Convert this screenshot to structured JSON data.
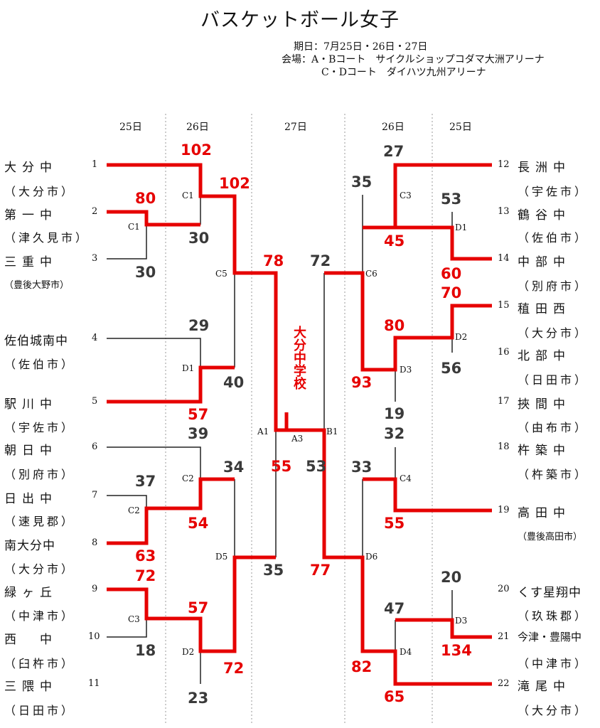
{
  "title": "バスケットボール女子",
  "info": {
    "line1": "期日：7月25日・26日・27日",
    "line2": "会場：A・Bコート　サイクルショップコダマ大洲アリーナ",
    "line3": "C・Dコート　ダイハツ九州アリーナ"
  },
  "days": {
    "l25": "25日",
    "l26": "26日",
    "c27": "27日",
    "r26": "26日",
    "r25": "25日"
  },
  "teams": {
    "t1": {
      "seed": "1",
      "name": "大分中",
      "city": "（大分市）"
    },
    "t2": {
      "seed": "2",
      "name": "第一中",
      "city": "（津久見市）"
    },
    "t3": {
      "seed": "3",
      "name": "三重中",
      "city": "（豊後大野市）"
    },
    "t4": {
      "seed": "4",
      "name": "佐伯城南中",
      "city": "（佐伯市）"
    },
    "t5": {
      "seed": "5",
      "name": "駅川中",
      "city": "（宇佐市）"
    },
    "t6": {
      "seed": "6",
      "name": "朝日中",
      "city": "（別府市）"
    },
    "t7": {
      "seed": "7",
      "name": "日出中",
      "city": "（速見郡）"
    },
    "t8": {
      "seed": "8",
      "name": "南大分中",
      "city": "（大分市）"
    },
    "t9": {
      "seed": "9",
      "name": "緑ヶ丘",
      "city": "（中津市）"
    },
    "t10": {
      "seed": "10",
      "name": "西　中",
      "city": "（臼杵市）"
    },
    "t11": {
      "seed": "11",
      "name": "三隈中",
      "city": "（日田市）"
    },
    "t12": {
      "seed": "12",
      "name": "長洲中",
      "city": "（宇佐市）"
    },
    "t13": {
      "seed": "13",
      "name": "鶴谷中",
      "city": "（佐伯市）"
    },
    "t14": {
      "seed": "14",
      "name": "中部中",
      "city": "（別府市）"
    },
    "t15": {
      "seed": "15",
      "name": "稙田西",
      "city": "（大分市）"
    },
    "t16": {
      "seed": "16",
      "name": "北部中",
      "city": "（日田市）"
    },
    "t17": {
      "seed": "17",
      "name": "挾間中",
      "city": "（由布市）"
    },
    "t18": {
      "seed": "18",
      "name": "杵築中",
      "city": "（杵築市）"
    },
    "t19": {
      "seed": "19",
      "name": "高田中",
      "city": "（豊後高田市）"
    },
    "t20": {
      "seed": "20",
      "name": "くす星翔中",
      "city": "（玖珠郡）"
    },
    "t21": {
      "seed": "21",
      "name": "今津・豊陽中",
      "city": "（中津市）"
    },
    "t22": {
      "seed": "22",
      "name": "滝尾中",
      "city": "（大分市）"
    }
  },
  "matches": {
    "lC1a": "C1",
    "lC1b": "C1",
    "lC2a": "C2",
    "lC2b": "C2",
    "lC3": "C3",
    "lD1": "D1",
    "lD2": "D2",
    "lC5": "C5",
    "lD5": "D5",
    "rC3": "C3",
    "rD1": "D1",
    "rD2": "D2",
    "rD3a": "D3",
    "rC6": "C6",
    "rC4": "C4",
    "rD3b": "D3",
    "rD4": "D4",
    "rD6": "D6",
    "A1": "A1",
    "A3": "A3",
    "B1": "B1"
  },
  "scores": {
    "s1": "102",
    "s2": "80",
    "s3": "30",
    "sC1": "102",
    "sC1b": "30",
    "s4": "29",
    "s5": "57",
    "sD1": "40",
    "sC5": "78",
    "s6": "39",
    "s7": "37",
    "s8": "63",
    "sC2b": "54",
    "sC2": "34",
    "s9": "72",
    "s10": "18",
    "sC3": "57",
    "s11": "23",
    "sD2": "72",
    "sD5": "35",
    "sA1": "55",
    "s12": "27",
    "s13": "53",
    "s14": "60",
    "sC3r": "35",
    "sC3rb": "45",
    "s15": "70",
    "s16": "56",
    "sD3": "80",
    "sD3b": "93",
    "s17": "19",
    "sC6": "72",
    "s18": "32",
    "s19": "55",
    "sC4": "33",
    "s20": "20",
    "s21": "134",
    "sD4": "47",
    "sD4b": "82",
    "s22": "65",
    "sD6": "77",
    "sB1": "53"
  },
  "champion": "大分中学校",
  "colors": {
    "winner": "#e60000",
    "loser_line": "#222222",
    "loser_score": "#3a3a3a"
  }
}
